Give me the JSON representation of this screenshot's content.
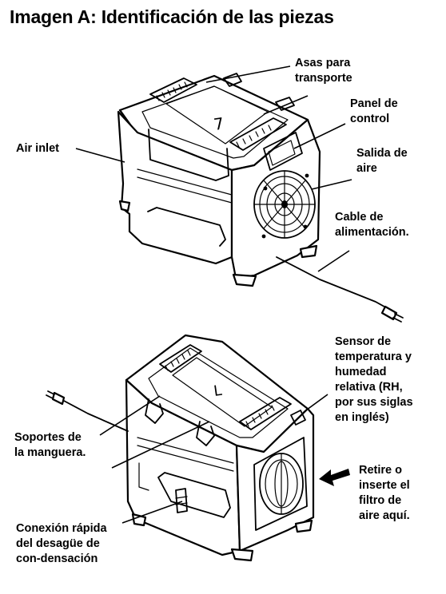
{
  "title": "Imagen A: Identificación de las piezas",
  "labels": {
    "asas": "Asas para\ntransporte",
    "panel": "Panel de\ncontrol",
    "air_inlet": "Air inlet",
    "salida": "Salida de\naire",
    "cable": "Cable de\nalimentación.",
    "sensor": "Sensor de\ntemperatura y\nhumedad\nrelativa (RH,\npor sus siglas\nen inglés)",
    "soportes": "Soportes de\nla manguera.",
    "retire": "Retire o\ninserte el\nfiltro de\naire aquí.",
    "conexion": "Conexión rápida\ndel desagüe de\ncon-densación"
  },
  "panel_glyph": "7",
  "bottom_glyph": "L"
}
